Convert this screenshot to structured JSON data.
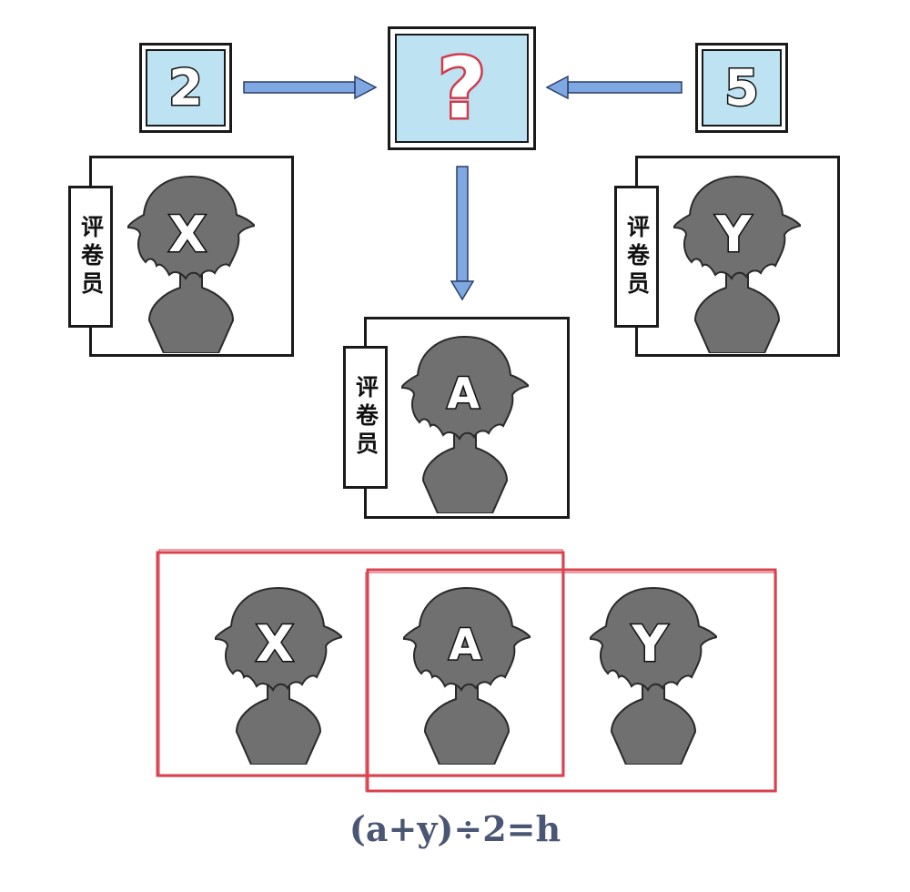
{
  "scores": {
    "left": "2",
    "right": "5",
    "unknown": "?"
  },
  "reviewer_tag": "评卷员",
  "reviewers": {
    "left": "X",
    "center": "A",
    "right": "Y"
  },
  "comparison_row": [
    "X",
    "A",
    "Y"
  ],
  "formula": "(a+y)÷2=h",
  "colors": {
    "box_fill": "#bde3f3",
    "arrow": "#7fa7e2",
    "question_mark": "#d23a4b",
    "highlight": "#d9434f",
    "silhouette": "#707070",
    "formula_text": "#4a5673"
  },
  "icons": [
    "right-arrow-icon",
    "left-arrow-icon",
    "down-arrow-icon",
    "person-silhouette-icon"
  ]
}
